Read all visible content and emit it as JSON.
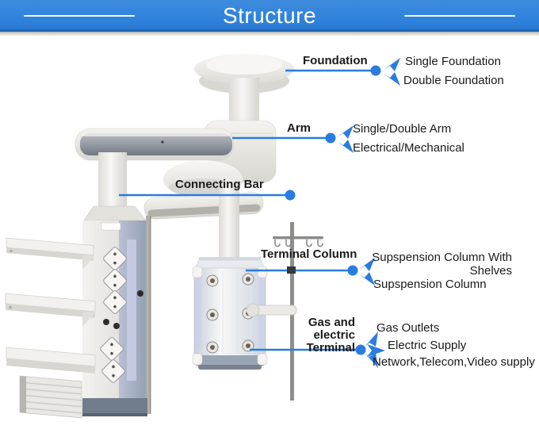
{
  "header": {
    "title": "Structure"
  },
  "callouts": {
    "foundation": {
      "label": "Foundation",
      "options": [
        "Single Foundation",
        "Double Foundation"
      ]
    },
    "arm": {
      "label": "Arm",
      "options": [
        "Single/Double Arm",
        "Electrical/Mechanical"
      ]
    },
    "connecting_bar": {
      "label": "Connecting Bar"
    },
    "terminal_column": {
      "label": "Terminal Column",
      "options": [
        "Supspension Column With Shelves",
        "Supspension Column"
      ]
    },
    "gas_electric_terminal": {
      "label": "Gas and electric Terminal",
      "options": [
        "Gas Outlets",
        "Electric Supply",
        "Network,Telecom,Video supply"
      ]
    }
  },
  "colors": {
    "accent_blue": "#2a7ce0",
    "header_blue": "#2e82dc",
    "header_blue_dark": "#2166b4",
    "label_text": "#1a1a1a"
  }
}
